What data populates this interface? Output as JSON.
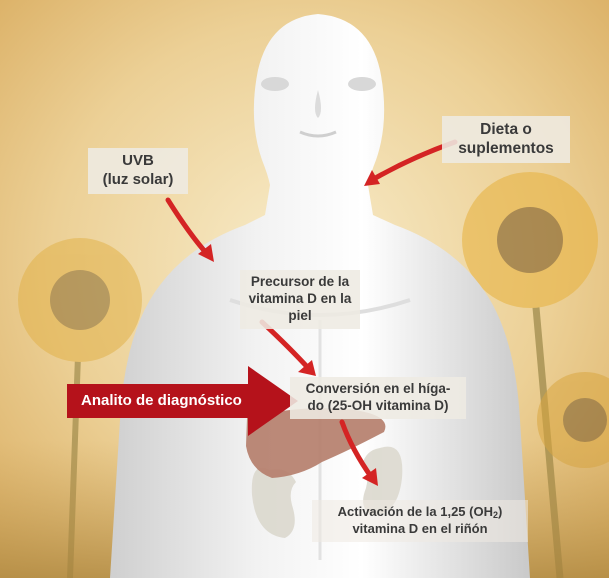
{
  "labels": {
    "uvb_line1": "UVB",
    "uvb_line2": "(luz solar)",
    "dieta_line1": "Dieta o",
    "dieta_line2": "suplementos",
    "precursor_line1": "Precursor de la",
    "precursor_line2": "vitamina D en la piel",
    "conversion_line1": "Conversión en el híga-",
    "conversion_line2": "do (25-OH vitamina D)",
    "activacion_prefix": "Activación de la 1,25 (OH",
    "activacion_sub": "2",
    "activacion_suffix": ")",
    "activacion_line2": "vitamina D en el riñón",
    "analito": "Analito de diagnóstico"
  },
  "colors": {
    "accent_red": "#b5121b",
    "arrow_red": "#d42424",
    "background_gold": "#e6c27a",
    "label_box": "#eeeae2"
  }
}
